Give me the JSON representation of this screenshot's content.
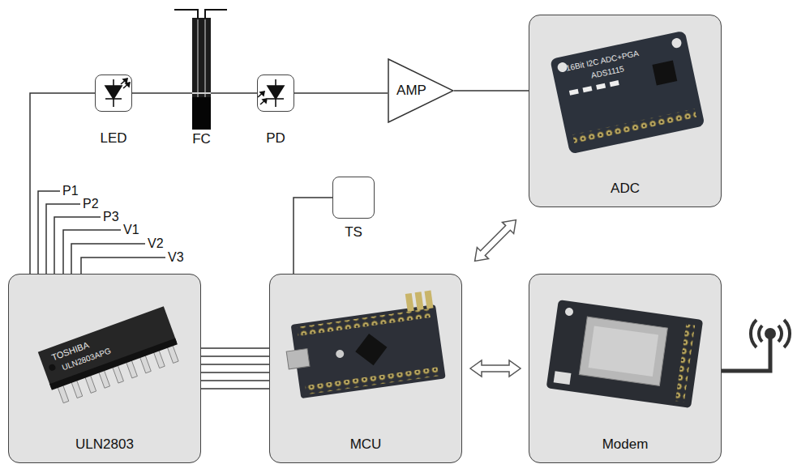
{
  "diagram": {
    "nodes": [
      {
        "text": [
          "LED"
        ]
      },
      {
        "text": [
          "FC"
        ]
      },
      {
        "text": [
          "PD"
        ]
      },
      {
        "text": [
          "AMP"
        ]
      },
      {
        "text": [
          "ADC"
        ]
      },
      {
        "text": [
          "TS"
        ]
      },
      {
        "text": [
          "ULN2803"
        ]
      },
      {
        "text": [
          "MCU"
        ]
      },
      {
        "text": [
          "Modem"
        ]
      }
    ],
    "edges": [
      {
        "from": 6,
        "to": 0,
        "arrow": "none"
      },
      {
        "from": 0,
        "to": 1,
        "arrow": "none"
      },
      {
        "from": 1,
        "to": 2,
        "arrow": "none"
      },
      {
        "from": 2,
        "to": 3,
        "arrow": "none"
      },
      {
        "from": 3,
        "to": 4,
        "arrow": "none"
      },
      {
        "from": 5,
        "to": 7,
        "arrow": "none"
      },
      {
        "from": 6,
        "to": 7,
        "arrow": "none"
      },
      {
        "from": 6,
        "to": 7,
        "arrow": "none"
      },
      {
        "from": 6,
        "to": 7,
        "arrow": "none"
      },
      {
        "from": 6,
        "to": 7,
        "arrow": "none"
      },
      {
        "from": 6,
        "to": 7,
        "arrow": "none"
      },
      {
        "from": 6,
        "to": 7,
        "arrow": "none"
      },
      {
        "from": 4,
        "to": 7,
        "arrow": "both"
      },
      {
        "from": 7,
        "to": 8,
        "arrow": "both"
      }
    ],
    "labels": [
      "P1",
      "P2",
      "P3",
      "V1",
      "V2",
      "V3",
      "TOSHIBA",
      "ULN2803APG",
      "16Bit I2C ADC+PGA",
      "ADS1115"
    ]
  }
}
